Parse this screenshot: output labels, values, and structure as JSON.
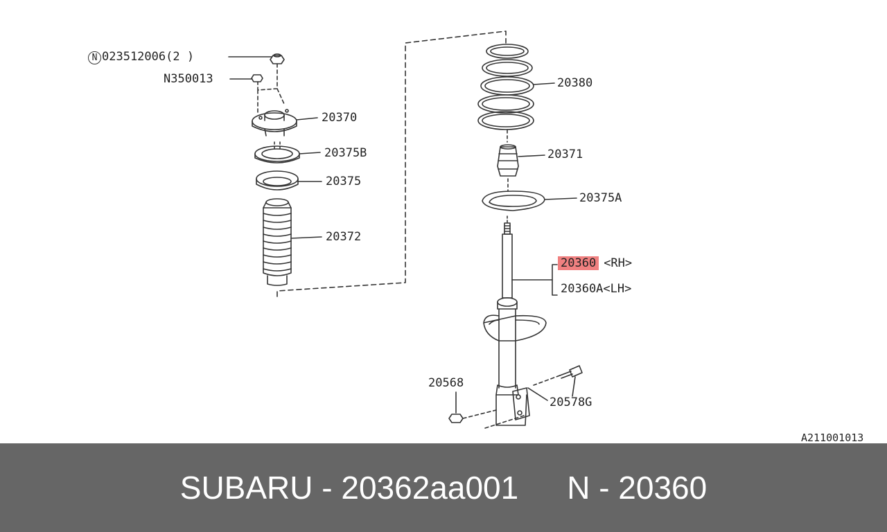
{
  "diagram": {
    "labels": {
      "nut_top": "023512006(2 )",
      "nut_top_prefix": "N",
      "nut_second": "N350013",
      "mount": "20370",
      "seat_b": "20375B",
      "seat": "20375",
      "boot": "20372",
      "spring": "20380",
      "bumper": "20371",
      "seat_a": "20375A",
      "strut_rh_part": "20360",
      "strut_rh_side": "<RH>",
      "strut_lh": "20360A<LH>",
      "nut_bottom": "20568",
      "bolt": "20578G"
    },
    "highlight_color": "#f08080",
    "reference": "A211001013"
  },
  "footer": {
    "brand_part": "SUBARU - 20362aa001",
    "diagram_ref": "N - 20360"
  }
}
